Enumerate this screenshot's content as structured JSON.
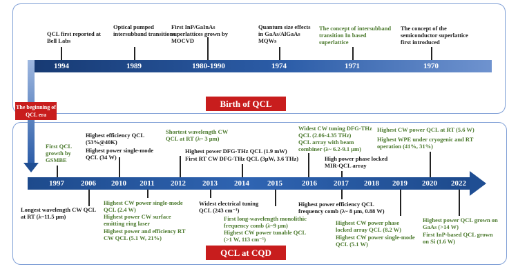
{
  "birth": {
    "title": "Birth of QCL",
    "years": [
      "1994",
      "1989",
      "1980-1990",
      "1974",
      "1971",
      "1970"
    ],
    "events": [
      "QCL first reported at Bell Labs",
      "Optical pumped intersubband transitions",
      "First InP/GaInAs superlattices grown by MOCVD",
      "Quantum size effects in GaAs/AlGaAs MQWs",
      "The concept of intersubband transition In based superlattice",
      "The concept of the semiconductor superlattice first introduced"
    ]
  },
  "era_label": "The beginning of QCL era",
  "cqd": {
    "title": "QCL at CQD",
    "years": [
      "1997",
      "2006",
      "2010",
      "2011",
      "2012",
      "2013",
      "2014",
      "2015",
      "2016",
      "2017",
      "2018",
      "2019",
      "2020",
      "2022"
    ],
    "events_above": [
      "First QCL growth by GSMBE",
      "Highest efficiency QCL (53%@40K)",
      "Highest power single-mode QCL (34 W)",
      "Shortest wavelength CW QCL at RT (λ~ 3 μm)",
      "Highest power DFG-THz QCL (1.9 mW)",
      "First RT CW DFG-THz QCL (3μW, 3.6 THz)",
      "Widest CW tuning DFG-THz QCL (2.06-4.35 THz)",
      "QCL array with beam combiner (λ~ 6.2-9.1 μm)",
      "High power phase locked MIR-QCL array",
      "Highest CW power QCL at RT (5.6 W)",
      "Highest WPE under cryogenic and RT operation (41%, 31%)"
    ],
    "events_below": [
      "Longest wavelength CW QCL at RT (λ~11.5 μm)",
      "Highest CW power single-mode QCL (2.4 W)",
      "Highest power CW surface emitting ring laser",
      "Highest power and efficiency RT CW QCL (5.1 W, 21%)",
      "Widest electrical tuning QCL (243 cm⁻¹)",
      "First long-wavelength monolithic frequency comb (λ~9 μm)",
      "Highest CW power tunable QCL (>1 W, 113 cm⁻¹)",
      "Highest power efficiency QCL frequency comb (λ~ 8 μm, 0.88 W)",
      "Highest CW power phase locked array QCL (8.2 W)",
      "Highest CW power single-mode QCL (5.1 W)",
      "Highest power QCL grown on GaAs (>14 W)",
      "First InP-based QCL grown on Si (1.6 W)"
    ]
  },
  "colors": {
    "black_text": "#1a1a1a",
    "green_text": "#4c7a2e",
    "red_label": "#c81d1d",
    "bar": "#1f4e93"
  }
}
